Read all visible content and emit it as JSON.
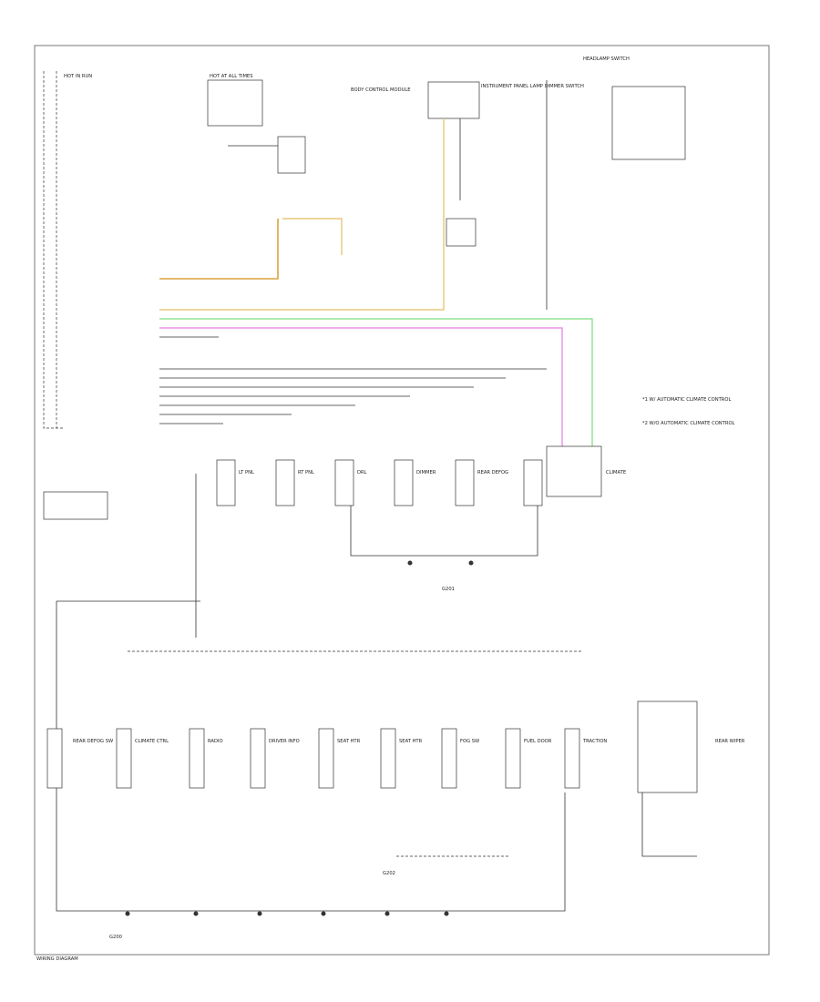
{
  "colors": {
    "frame": "#777777",
    "wire": "#333333",
    "orange": "#d9a441",
    "tan": "#e6c87a",
    "green": "#7ddc7d",
    "magenta": "#e27ce2"
  },
  "labels": {
    "hot_a": "HOT IN RUN",
    "hot_b": "HOT AT ALL TIMES",
    "bcm_note": "BODY CONTROL MODULE",
    "lamp_dimmer": "INSTRUMENT PANEL LAMP DIMMER SWITCH",
    "headlamp": "HEADLAMP SWITCH",
    "ground_a": "G201",
    "ground_b": "G200",
    "ground_c": "G202",
    "note1": "*1 W/ AUTOMATIC CLIMATE CONTROL",
    "note2": "*2 W/O AUTOMATIC CLIMATE CONTROL",
    "footer": "WIRING DIAGRAM"
  },
  "switches": {
    "row1": [
      "LT PNL",
      "RT PNL",
      "DRL",
      "DIMMER",
      "REAR DEFOG",
      "CLIMATE"
    ],
    "row2": [
      "REAR DEFOG SW",
      "CLIMATE CTRL",
      "RADIO",
      "DRIVER INFO",
      "SEAT HTR",
      "SEAT HTR",
      "FOG SW",
      "FUEL DOOR",
      "TRACTION",
      "REAR WIPER"
    ]
  }
}
